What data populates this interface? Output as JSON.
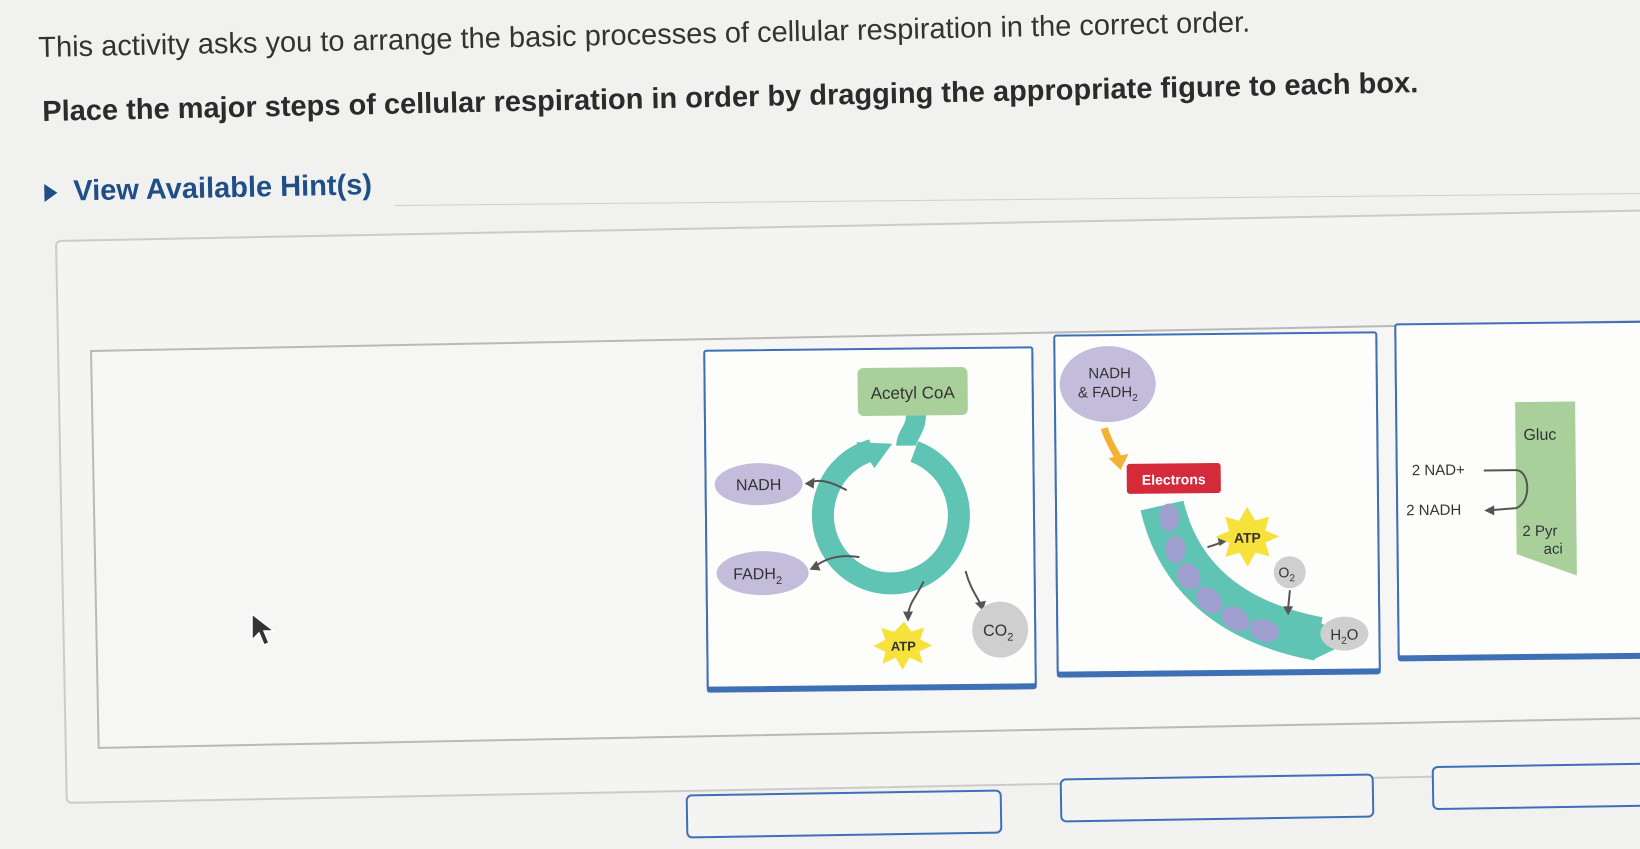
{
  "intro_text": "This activity asks you to arrange the basic processes of cellular respiration in the correct order.",
  "instruction_text": "Place the major steps of cellular respiration in order by dragging the appropriate figure to each box.",
  "hint_link": "View Available Hint(s)",
  "cards": {
    "citric_acid_cycle": {
      "acetyl_coa": "Acetyl CoA",
      "nadh": "NADH",
      "fadh2": "FADH",
      "fadh2_sub": "2",
      "atp": "ATP",
      "co2": "CO",
      "co2_sub": "2"
    },
    "electron_transport": {
      "inputs_line1": "NADH",
      "inputs_line2": "& FADH",
      "inputs_sub": "2",
      "electrons": "Electrons",
      "atp": "ATP",
      "o2": "O",
      "o2_sub": "2",
      "h2o_h": "H",
      "h2o_sub": "2",
      "h2o_o": "O"
    },
    "glycolysis": {
      "nad": "2 NAD+",
      "nadh": "2 NADH",
      "glucose": "Gluc",
      "pyruvic_line1": "2 Pyr",
      "pyruvic_line2": "aci"
    }
  },
  "colors": {
    "link_blue": "#1f4f86",
    "card_border": "#3f70b5",
    "teal": "#5fc4b3",
    "lavender": "#c3bddb",
    "electrons_red": "#d42a3a",
    "atp_yellow": "#f6e23a",
    "glucose_green": "#a9cf9b"
  }
}
